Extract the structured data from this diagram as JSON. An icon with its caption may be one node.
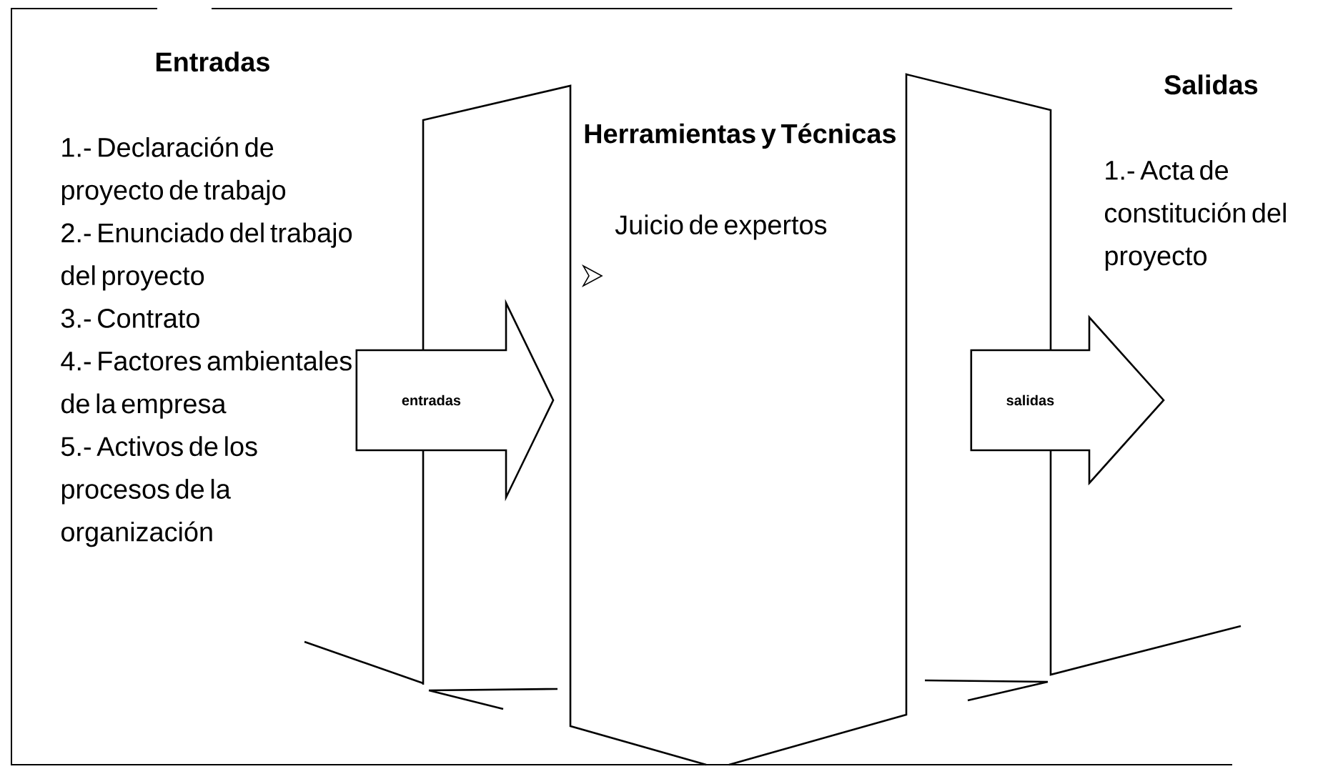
{
  "diagram": {
    "nodes": [
      {
        "text": [
          "Entradas",
          "1.- Declaración de proyecto de trabajo",
          "2.- Enunciado del trabajo del proyecto",
          "3.- Contrato",
          "4.- Factores ambientales de la empresa",
          "5.- Activos de los procesos de la organización"
        ]
      },
      {
        "text": [
          "Herramientas y Técnicas",
          "Juicio de expertos"
        ]
      },
      {
        "text": [
          "Salidas",
          "1.- Acta de constitución del proyecto"
        ]
      }
    ],
    "edges": [
      {
        "from": 0,
        "to": 1,
        "arrow": "to",
        "label": "entradas"
      },
      {
        "from": 1,
        "to": 2,
        "arrow": "to",
        "label": "salidas"
      }
    ]
  }
}
